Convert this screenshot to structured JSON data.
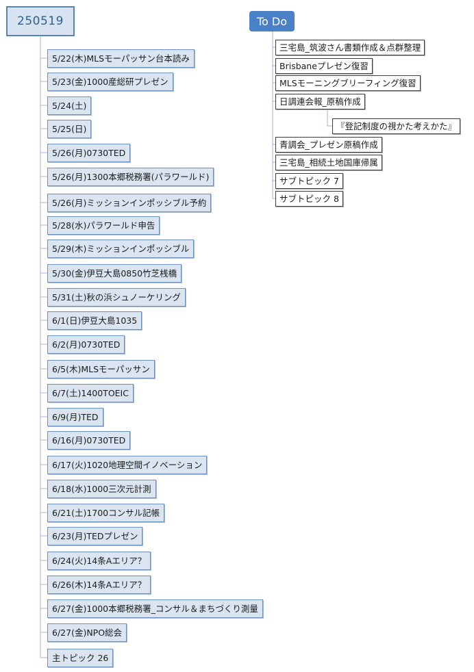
{
  "root": {
    "label": "250519"
  },
  "todo": {
    "title": "To Do"
  },
  "topics": [
    "5/22(木)MLSモーパッサン台本読み",
    "5/23(金)1000産総研プレゼン",
    "5/24(土)",
    "5/25(日)",
    "5/26(月)0730TED",
    "5/26(月)1300本郷税務署(パラワールド)",
    "5/26(月)ミッションインポッシブル予約",
    "5/28(水)パラワールド申告",
    "5/29(木)ミッションインポッシブル",
    "5/30(金)伊豆大島0850竹芝桟橋",
    "5/31(土)秋の浜シュノーケリング",
    "6/1(日)伊豆大島1035",
    "6/2(月)0730TED",
    "6/5(木)MLSモーパッサン",
    "6/7(土)1400TOEIC",
    "6/9(月)TED",
    "6/16(月)0730TED",
    "6/17(火)1020地理空間イノベーション",
    "6/18(水)1000三次元計測",
    "6/21(土)1700コンサル記帳",
    "6/23(月)TEDプレゼン",
    "6/24(火)14条Aエリア？",
    "6/26(木)14条Aエリア？",
    "6/27(金)1000本郷税務署_コンサル＆まちづくり測量",
    "6/27(金)NPO総会",
    "主トピック 26"
  ],
  "todo_items": [
    "三宅島_筑波さん書類作成＆点群整理",
    "Brisbaneプレゼン復習",
    "MLSモーニングブリーフィング復習",
    "日調連会報_原稿作成",
    "青調会_プレゼン原稿作成",
    "三宅島_相続土地国庫帰属",
    "サブトピック 7",
    "サブトピック 8"
  ],
  "todo_subitem": "『登記制度の視かた考えかた』"
}
